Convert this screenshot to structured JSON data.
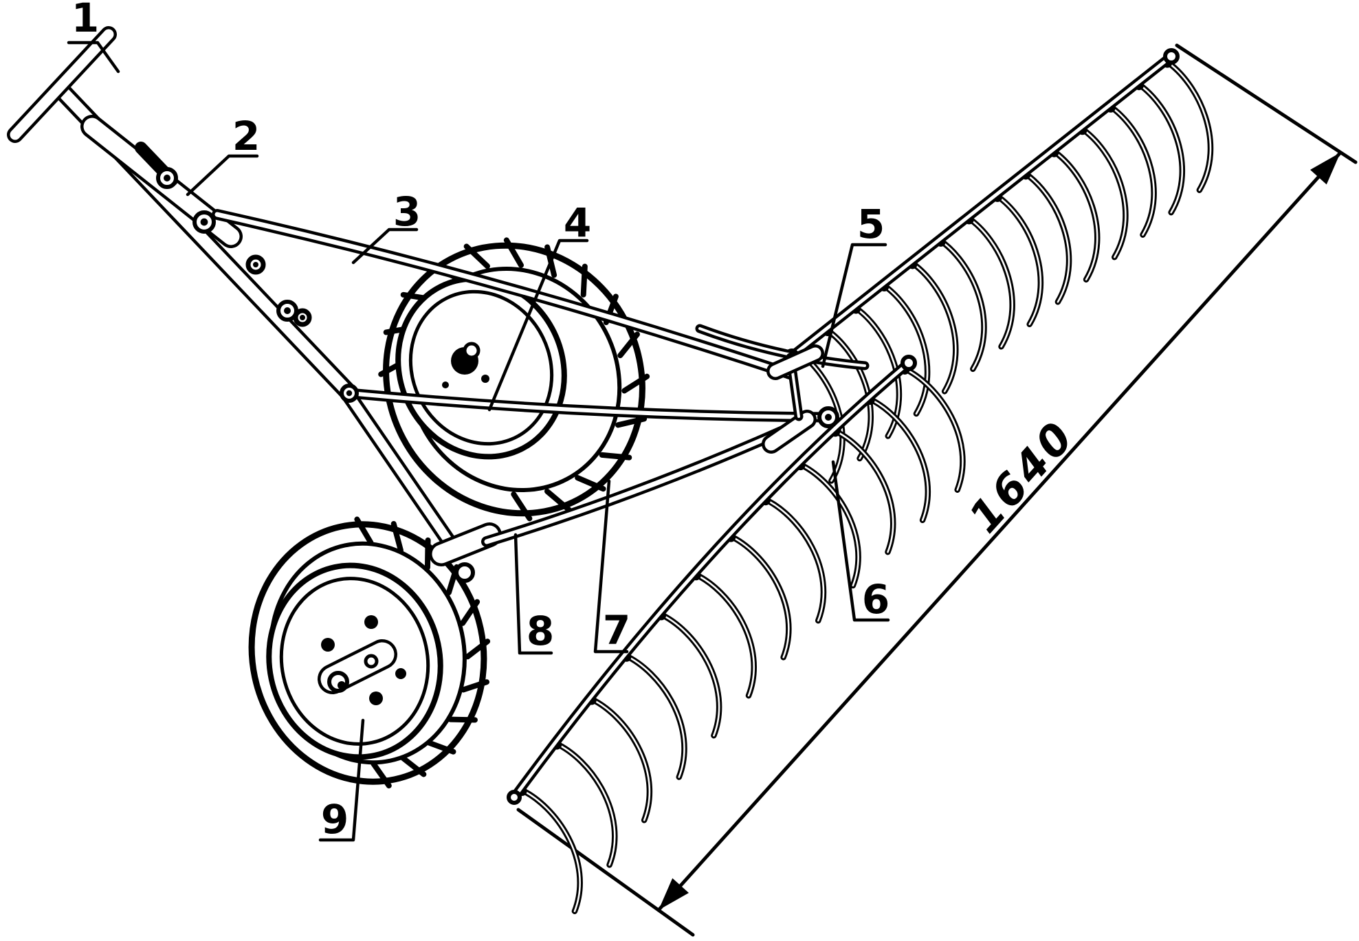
{
  "figure": {
    "background_color": "#ffffff",
    "ink_color": "#000000",
    "callouts": [
      {
        "id": "1",
        "text": "1"
      },
      {
        "id": "2",
        "text": "2"
      },
      {
        "id": "3",
        "text": "3"
      },
      {
        "id": "4",
        "text": "4"
      },
      {
        "id": "5",
        "text": "5"
      },
      {
        "id": "6",
        "text": "6"
      },
      {
        "id": "7",
        "text": "7"
      },
      {
        "id": "8",
        "text": "8"
      },
      {
        "id": "9",
        "text": "9"
      }
    ],
    "dimension": {
      "text": "1640"
    }
  }
}
